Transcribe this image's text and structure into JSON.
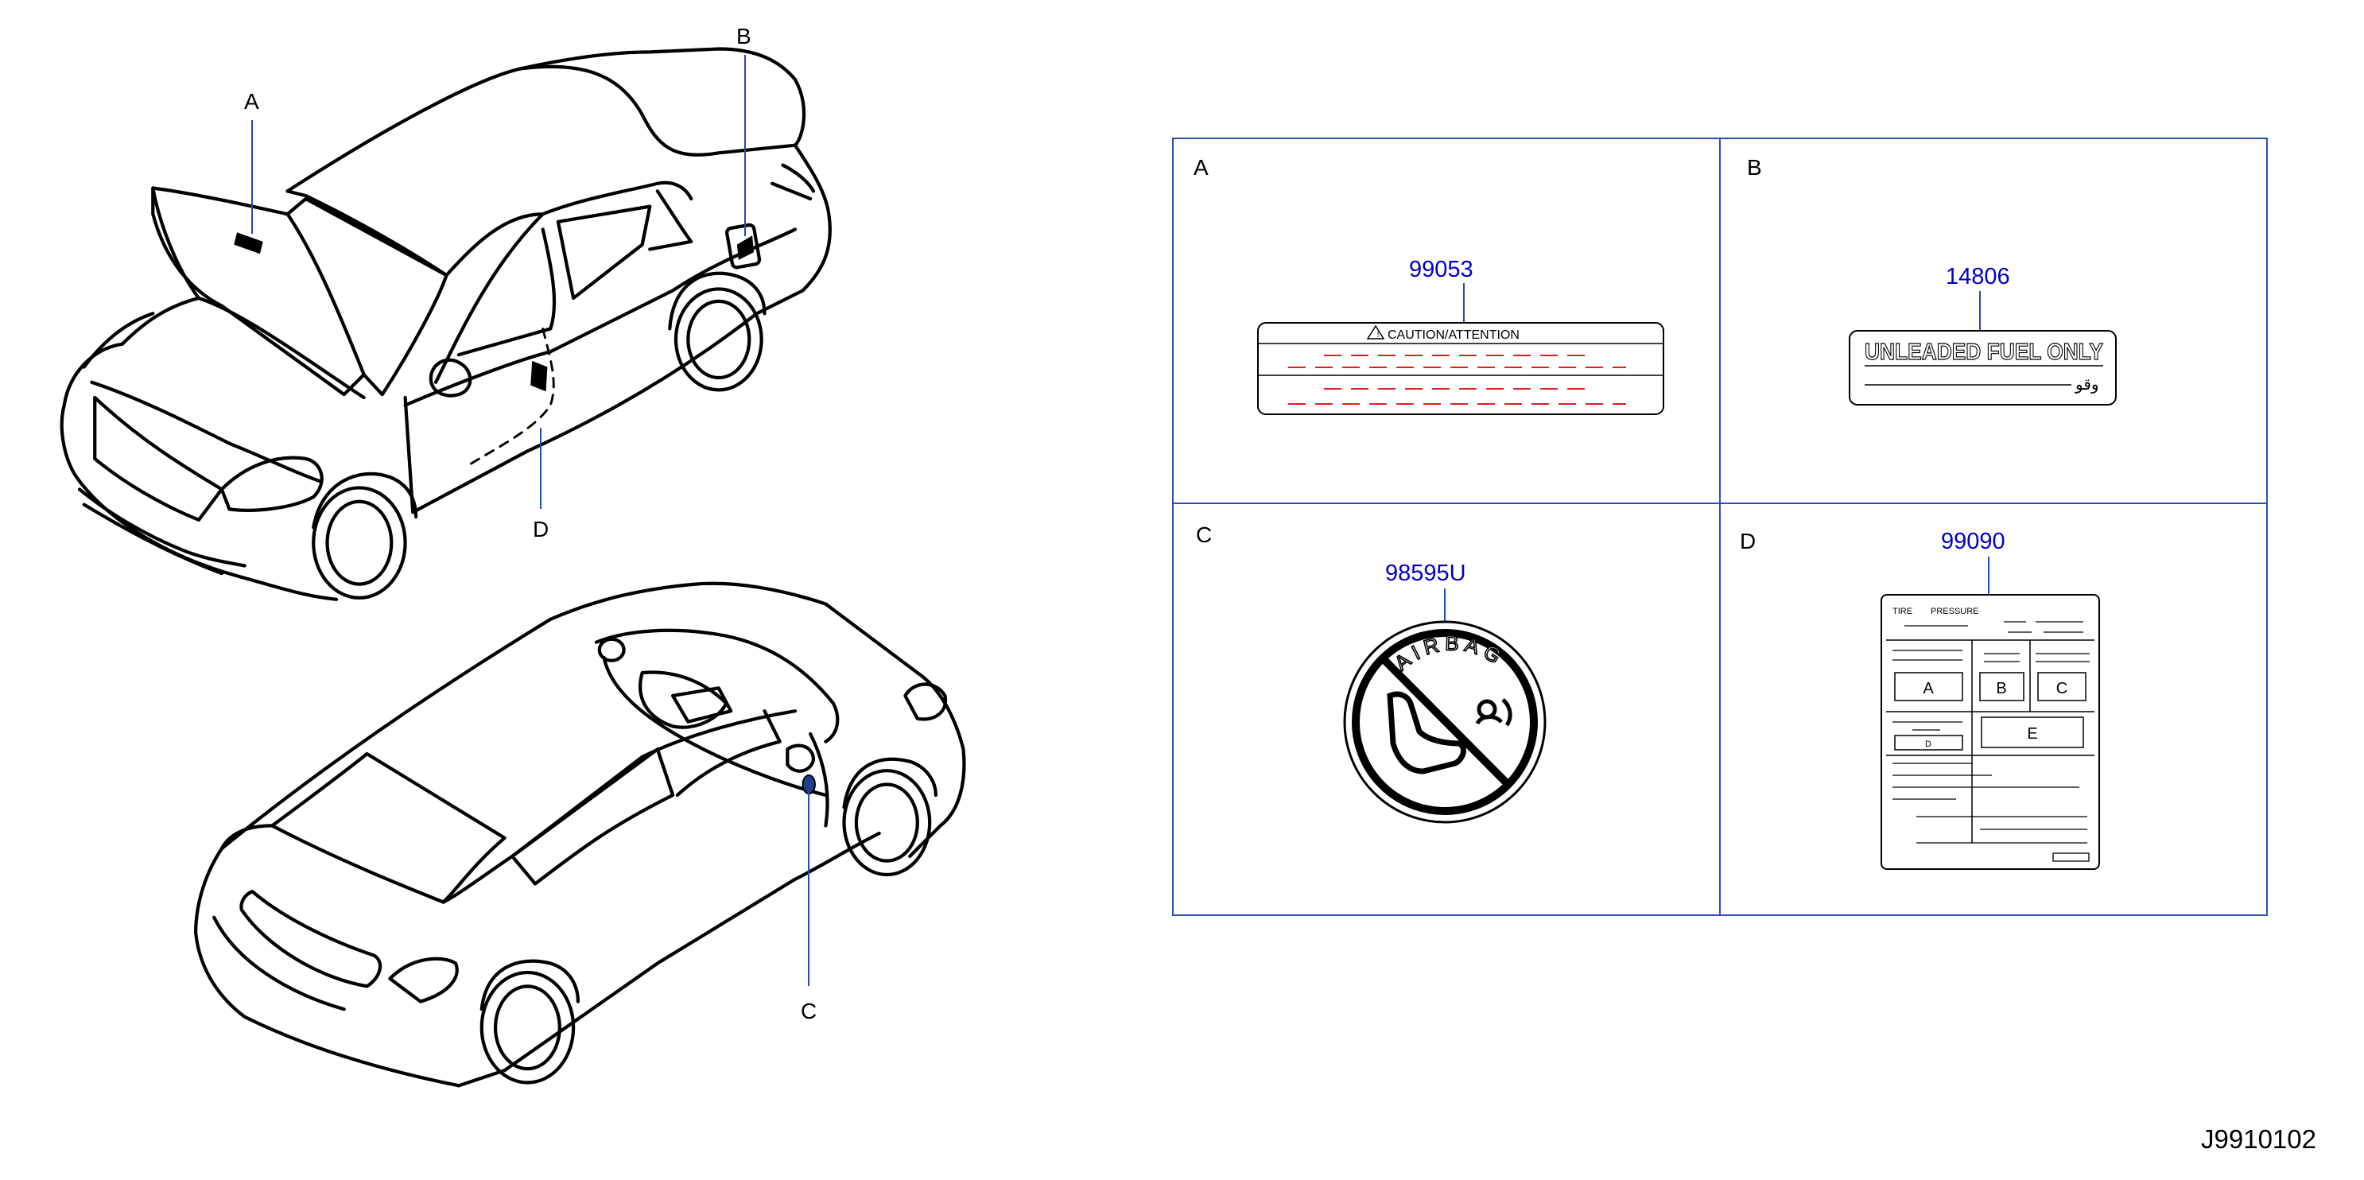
{
  "callouts": {
    "a": "A",
    "b": "B",
    "c": "C",
    "d": "D"
  },
  "panels": {
    "a": {
      "letter": "A",
      "part_number": "99053",
      "label_heading": "CAUTION/ATTENTION"
    },
    "b": {
      "letter": "B",
      "part_number": "14806",
      "label_text": "UNLEADED FUEL ONLY",
      "arabic_text": "وقو"
    },
    "c": {
      "letter": "C",
      "part_number": "98595U",
      "label_text": "AIRBAG"
    },
    "d": {
      "letter": "D",
      "part_number": "99090",
      "tire_label": "TIRE",
      "pressure_label": "PRESSURE",
      "cell_a": "A",
      "cell_b": "B",
      "cell_c": "C",
      "cell_d": "D",
      "cell_e": "E"
    }
  },
  "reference_code": "J9910102",
  "colors": {
    "part_number": "#0000cc",
    "leader_line": "#1f4fa8",
    "panel_border": "#2a4fb0",
    "caution_dashes": "#e02020"
  }
}
